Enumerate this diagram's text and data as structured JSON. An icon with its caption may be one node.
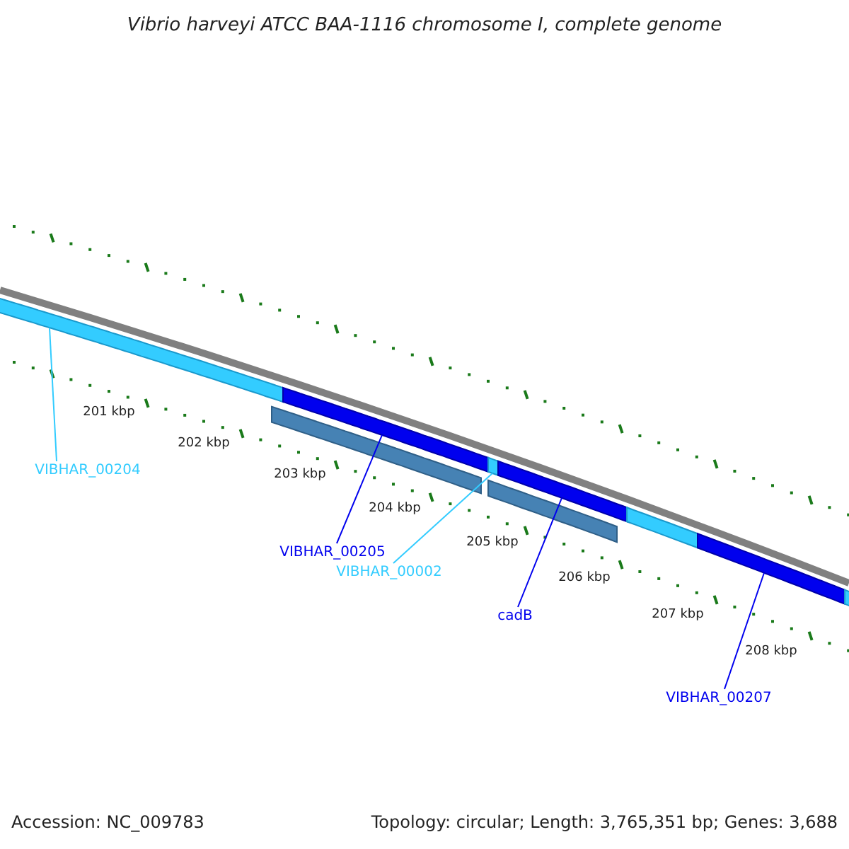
{
  "diagram": {
    "title": "Vibrio harveyi ATCC BAA-1116 chromosome I, complete genome",
    "nodes": [
      {
        "text": [],
        "shape": "bar"
      },
      {
        "text": [],
        "shape": "bar"
      },
      {
        "text": [],
        "shape": "bar"
      },
      {
        "text": [],
        "shape": "bar"
      },
      {
        "text": [],
        "shape": "bar"
      },
      {
        "text": [],
        "shape": "bar"
      },
      {
        "text": [],
        "shape": "bar"
      },
      {
        "text": [],
        "shape": "bar"
      },
      {
        "text": [],
        "shape": "bar"
      },
      {
        "text": [
          "VIBHAR_00204"
        ]
      },
      {
        "text": [
          "VIBHAR_00205"
        ]
      },
      {
        "text": [
          "VIBHAR_00002"
        ]
      },
      {
        "text": [
          "cadB"
        ]
      },
      {
        "text": [
          "VIBHAR_00207"
        ]
      }
    ],
    "edges": [
      {
        "from": 9,
        "to": 0,
        "arrow": "none",
        "color": "#33ccff"
      },
      {
        "from": 10,
        "to": 1,
        "arrow": "none"
      },
      {
        "from": 11,
        "to": 2,
        "arrow": "none",
        "color": "#33ccff"
      },
      {
        "from": 12,
        "to": 3,
        "arrow": "none"
      },
      {
        "from": 13,
        "to": 5,
        "arrow": "none"
      }
    ],
    "labels": [
      "201 kbp",
      "202 kbp",
      "203 kbp",
      "204 kbp",
      "205 kbp",
      "206 kbp",
      "207 kbp",
      "208 kbp",
      "Accession: NC_009783",
      "Topology: circular; Length: 3,765,351 bp; Genes: 3,688"
    ]
  }
}
